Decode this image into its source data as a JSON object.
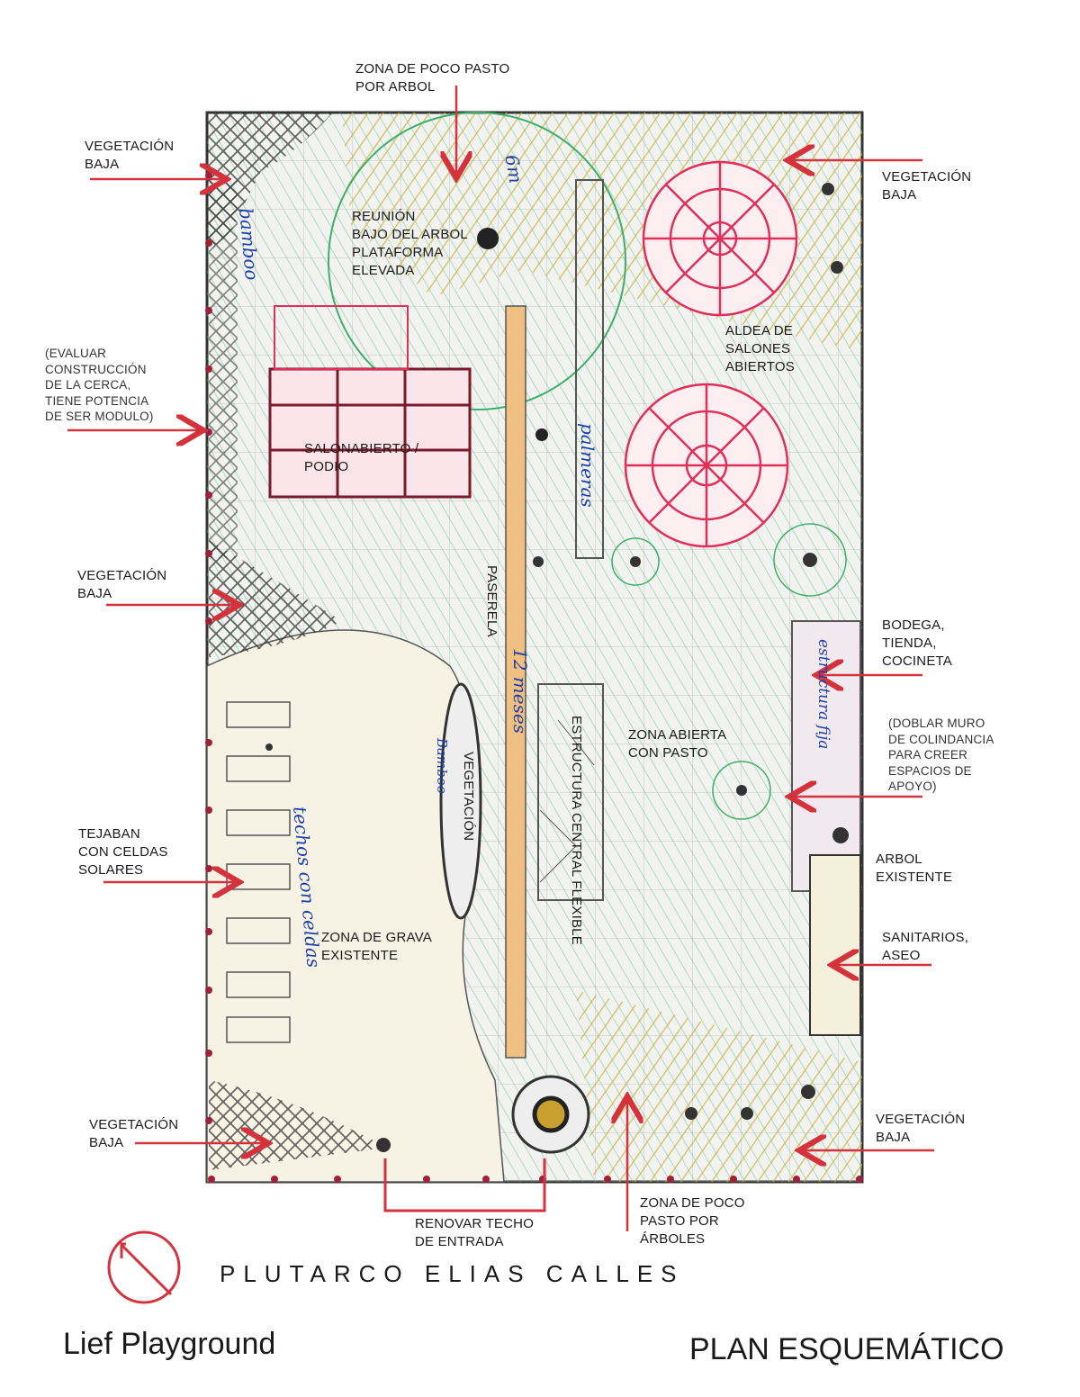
{
  "labels": {
    "poco_pasto_arbol": "ZONA DE POCO PASTO\nPOR ARBOL",
    "veg_baja_tl": "VEGETACIÓN\nBAJA",
    "veg_baja_tr": "VEGETACIÓN\nBAJA",
    "reunion": "REUNIÓN\nBAJO DEL ARBOL\nPLATAFORMA\nELEVADA",
    "evaluar": "(EVALUAR\nCONSTRUCCIÓN\nDE LA CERCA,\nTIENE POTENCIA\nDE SER MODULO)",
    "salon_podio": "SALONABIERTO /\nPODIO",
    "aldea": "ALDEA DE\nSALONES\nABIERTOS",
    "veg_baja_ml": "VEGETACIÓN\nBAJA",
    "paserela": "PASERELA",
    "bodega": "BODEGA,\nTIENDA,\nCOCINETA",
    "doblar": "(DOBLAR MURO\nDE COLINDANCIA\nPARA CREER\nESPACIOS DE\nAPOYO)",
    "zona_abierta": "ZONA ABIERTA\nCON PASTO",
    "estructura": "ESTRUCTURA CENTRAL\nFLEXIBLE",
    "vegetacion_vert": "VEGETACIÓN",
    "tejaban": "TEJABAN\nCON CELDAS\nSOLARES",
    "arbol_existente": "ARBOL\nEXISTENTE",
    "grava": "ZONA DE GRAVA\nEXISTENTE",
    "sanitarios": "SANITARIOS,\nASEO",
    "veg_baja_bl": "VEGETACIÓN\nBAJA",
    "veg_baja_br": "VEGETACIÓN\nBAJA",
    "renovar": "RENOVAR TECHO\nDE ENTRADA",
    "poco_pasto_arboles": "ZONA DE POCO\nPASTO POR\nÁRBOLES"
  },
  "handwritten": {
    "bamboo": "bamboo",
    "six_m": "6m",
    "palmeras": "palmeras",
    "doce_meses": "12 meses",
    "techos": "techos con celdas",
    "bambu": "Bamboo",
    "estructura_fija": "estructura fija"
  },
  "footer": {
    "street": "PLUTARCO ELIAS CALLES",
    "project": "Lief Playground",
    "plan_title": "PLAN ESQUEMÁTICO"
  },
  "icons": {
    "north": "north-arrow-icon"
  },
  "colors": {
    "arrow": "#d4323c",
    "pink": "#e0305a",
    "yellow": "#c9b43a",
    "green": "#4fb06a",
    "blue": "#1f3fa8",
    "orange": "#e8a040"
  }
}
